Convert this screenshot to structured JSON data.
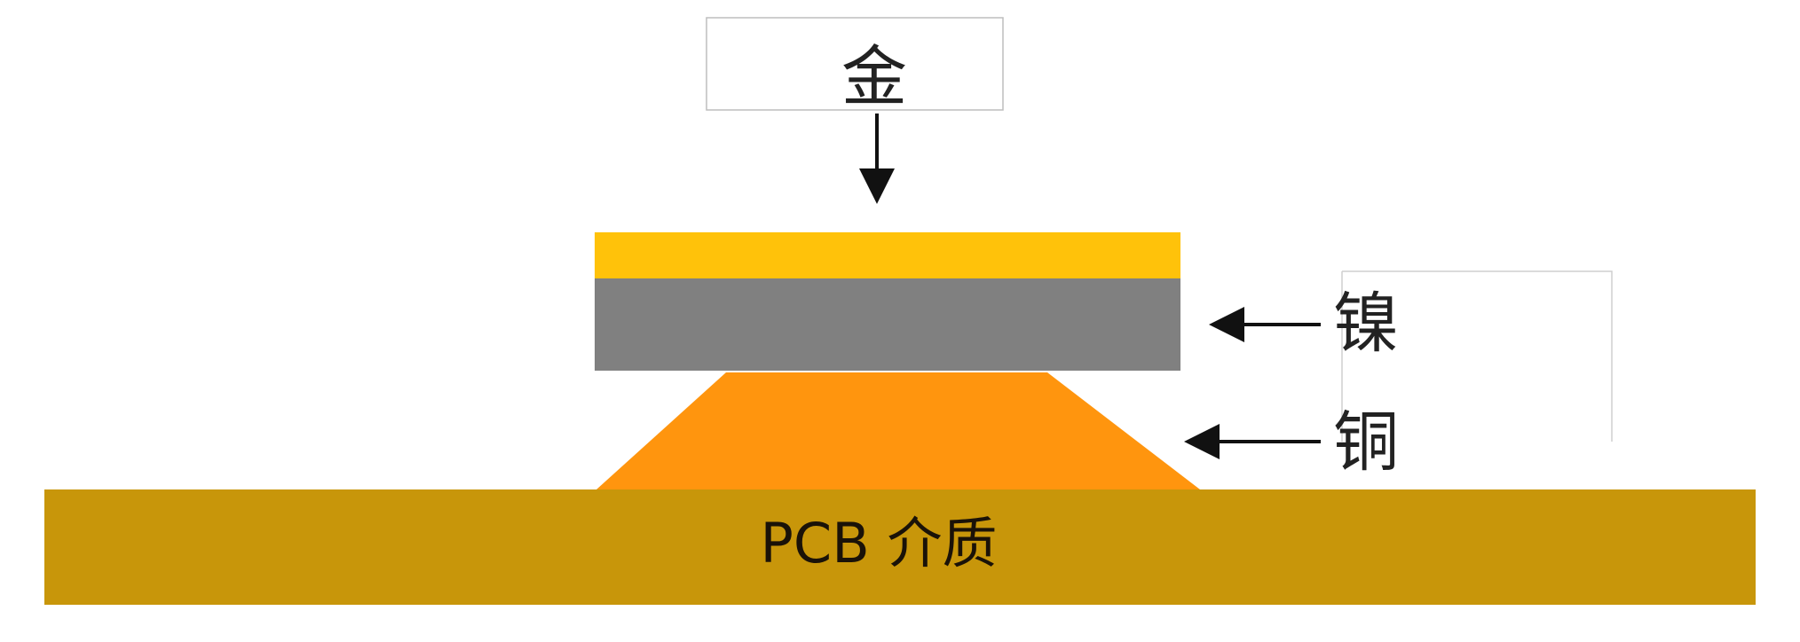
{
  "labels": {
    "gold": "金",
    "nickel": "镍",
    "copper": "铜",
    "substrate": "PCB 介质"
  },
  "colors": {
    "gold": "#FFC20A",
    "nickel": "#808080",
    "copper": "#FF950E",
    "substrate": "#C8960A",
    "arrow": "#111111",
    "box_border": "#bdbdbd"
  }
}
